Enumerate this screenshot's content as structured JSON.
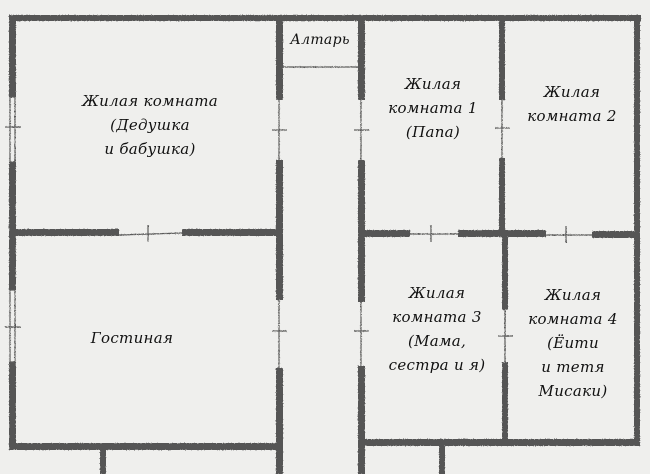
{
  "diagram": {
    "type": "floor-plan",
    "style": "hand-drawn pencil sketch",
    "colors": {
      "paper": "#efefed",
      "wall": "#4a4a4a",
      "thin_line": "#5a5a5a",
      "text": "#111111"
    },
    "rooms": [
      {
        "id": "grandparents",
        "lines": [
          "Жилая комната",
          "(Дедушка",
          "и бабушка)"
        ]
      },
      {
        "id": "living",
        "lines": [
          "Гостиная"
        ]
      },
      {
        "id": "altar",
        "lines": [
          "Алтарь"
        ]
      },
      {
        "id": "room1",
        "lines": [
          "Жилая",
          "комната 1",
          "(Папа)"
        ]
      },
      {
        "id": "room2",
        "lines": [
          "Жилая",
          "комната 2"
        ]
      },
      {
        "id": "room3",
        "lines": [
          "Жилая",
          "комната 3",
          "(Мама,",
          "сестра и я)"
        ]
      },
      {
        "id": "room4",
        "lines": [
          "Жилая",
          "комната 4",
          "(Ёити",
          "и тетя",
          "Мисаки)"
        ]
      }
    ]
  }
}
